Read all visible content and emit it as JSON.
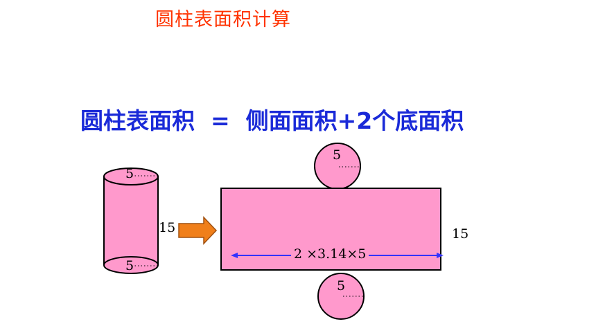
{
  "title": "圆柱表面积计算",
  "formula": "圆柱表面积  =  侧面面积+2个底面积",
  "cylinder": {
    "top_radius": "5",
    "bottom_radius": "5",
    "height": "15"
  },
  "net": {
    "top_circle_radius": "5",
    "bottom_circle_radius": "5",
    "rect_height": "15",
    "rect_length": "2 ×3.14×5"
  },
  "colors": {
    "shape_fill": "#ff99cc",
    "arrow_fill": "#f07f1a",
    "measure_line": "#3333ff"
  }
}
